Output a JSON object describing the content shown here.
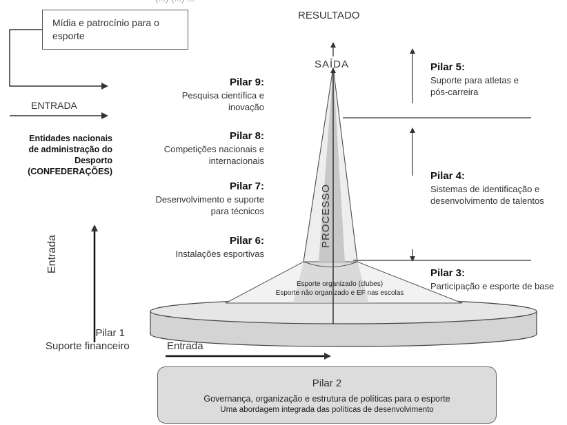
{
  "top_cut_text": "(...) (...) ...",
  "resultado": "RESULTADO",
  "saida": "SAÍDA",
  "processo": "PROCESSO",
  "media_box": {
    "line1": "Mídia e patrocínio para o",
    "line2": "esporte"
  },
  "entrada_upper": "ENTRADA",
  "entidades": {
    "line1": "Entidades nacionais",
    "line2": "de administração do",
    "line3": "Desporto",
    "line4": "(CONFEDERAÇÕES)"
  },
  "entrada_vertical": "Entrada",
  "entrada_horizontal": "Entrada",
  "pilar1": {
    "title": "Pilar 1",
    "desc": "Suporte financeiro"
  },
  "pilar2": {
    "title": "Pilar 2",
    "line1": "Governança, organização e estrutura de políticas para o esporte",
    "line2": "Uma abordagem integrada das políticas de desenvolvimento"
  },
  "pilar3": {
    "title": "Pilar 3:",
    "desc": "Participação e esporte de base"
  },
  "pilar4": {
    "title": "Pilar 4:",
    "line1": "Sistemas de identificação e",
    "line2": "desenvolvimento de talentos"
  },
  "pilar5": {
    "title": "Pilar 5:",
    "line1": "Suporte para atletas e",
    "line2": "pós-carreira"
  },
  "pilar6": {
    "title": "Pilar 6:",
    "desc": "Instalações esportivas"
  },
  "pilar7": {
    "title": "Pilar 7:",
    "line1": "Desenvolvimento e suporte",
    "line2": "para técnicos"
  },
  "pilar8": {
    "title": "Pilar 8:",
    "line1": "Competições nacionais e",
    "line2": "internacionais"
  },
  "pilar9": {
    "title": "Pilar 9:",
    "line1": "Pesquisa científica e",
    "line2": "inovação"
  },
  "base_labels": {
    "line1": "Esporte organizado (clubes)",
    "line2": "Esporte não organizado e EF nas escolas"
  },
  "colors": {
    "disc_fill": "#d9d9d9",
    "cone_fill": "#cfcfcf",
    "cone_light": "#efefef",
    "line": "#333333",
    "box_fill": "#dcdcdc"
  }
}
